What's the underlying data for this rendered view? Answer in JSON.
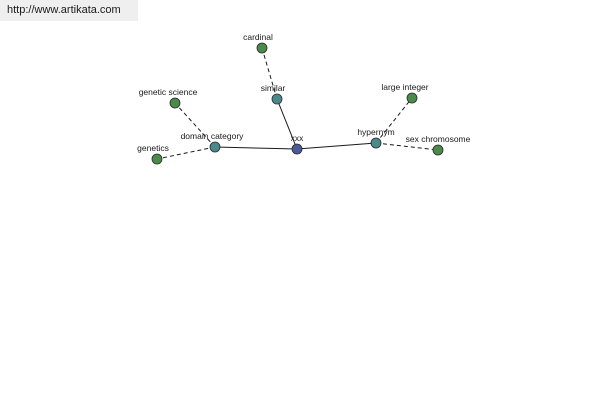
{
  "site": {
    "url": "http://www.artikata.com"
  },
  "colors": {
    "center_node": "#4a5a9a",
    "relation_node": "#4a8a8a",
    "leaf_node": "#4a8a4a",
    "node_stroke": "#2a2a2a",
    "edge": "#1a1a1a"
  },
  "graph": {
    "center": {
      "id": "xxx",
      "label": "xxx",
      "kind": "center"
    },
    "nodes": [
      {
        "id": "similar",
        "label": "similar",
        "kind": "relation"
      },
      {
        "id": "domain_category",
        "label": "domain category",
        "kind": "relation"
      },
      {
        "id": "hypernym",
        "label": "hypernym",
        "kind": "relation"
      },
      {
        "id": "cardinal",
        "label": "cardinal",
        "kind": "leaf"
      },
      {
        "id": "genetic_science",
        "label": "genetic science",
        "kind": "leaf"
      },
      {
        "id": "genetics",
        "label": "genetics",
        "kind": "leaf"
      },
      {
        "id": "large_integer",
        "label": "large integer",
        "kind": "leaf"
      },
      {
        "id": "sex_chromosome",
        "label": "sex chromosome",
        "kind": "leaf"
      }
    ],
    "edges": [
      {
        "from": "xxx",
        "to": "similar",
        "style": "solid"
      },
      {
        "from": "xxx",
        "to": "domain_category",
        "style": "solid"
      },
      {
        "from": "xxx",
        "to": "hypernym",
        "style": "solid"
      },
      {
        "from": "similar",
        "to": "cardinal",
        "style": "dashed"
      },
      {
        "from": "domain_category",
        "to": "genetic_science",
        "style": "dashed"
      },
      {
        "from": "domain_category",
        "to": "genetics",
        "style": "dashed"
      },
      {
        "from": "hypernym",
        "to": "large_integer",
        "style": "dashed"
      },
      {
        "from": "hypernym",
        "to": "sex_chromosome",
        "style": "dashed"
      }
    ]
  }
}
